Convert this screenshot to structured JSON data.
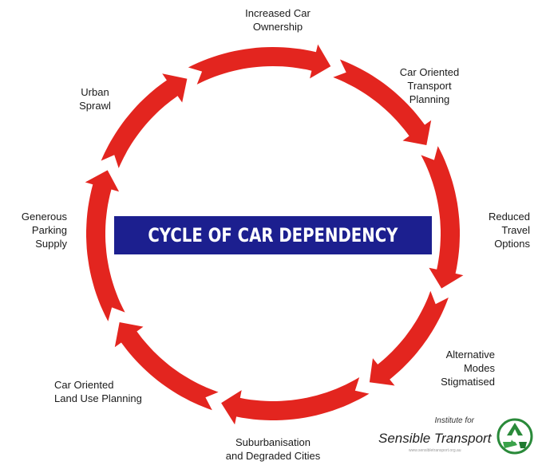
{
  "diagram": {
    "title": "CYCLE OF CAR DEPENDENCY",
    "arrow_color": "#e3251f",
    "banner_color": "#1c1f8f",
    "stages": [
      {
        "id": "increased-car-ownership",
        "label": "Increased Car\nOwnership"
      },
      {
        "id": "car-oriented-transport-planning",
        "label": "Car Oriented\nTransport\nPlanning"
      },
      {
        "id": "reduced-travel-options",
        "label": "Reduced\nTravel\nOptions"
      },
      {
        "id": "alternative-modes-stigmatised",
        "label": "Alternative\nModes\nStigmatised"
      },
      {
        "id": "suburbanisation-degraded-cities",
        "label": "Suburbanisation\nand Degraded Cities"
      },
      {
        "id": "car-oriented-land-use-planning",
        "label": "Car Oriented\nLand Use Planning"
      },
      {
        "id": "generous-parking-supply",
        "label": "Generous\nParking\nSupply"
      },
      {
        "id": "urban-sprawl",
        "label": "Urban\nSprawl"
      }
    ]
  },
  "logo": {
    "line1": "Institute for",
    "line2": "Sensible Transport",
    "url": "www.sensibletransport.org.au",
    "icon": "recycle-leaf-icon",
    "color": "#2a8a3a"
  }
}
